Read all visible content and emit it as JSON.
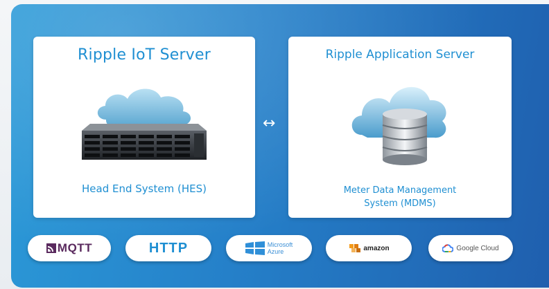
{
  "left_card": {
    "title": "Ripple IoT Server",
    "subtitle": "Head End System (HES)",
    "icon": "cloud-server-icon"
  },
  "right_card": {
    "title": "Ripple Application Server",
    "subtitle_line1": "Meter Data Management",
    "subtitle_line2": "System (MDMS)",
    "icon": "cloud-database-icon"
  },
  "connector": {
    "symbol": "↔"
  },
  "protocols": [
    {
      "label": "MQTT",
      "icon": "mqtt-logo"
    },
    {
      "label": "HTTP"
    },
    {
      "label_line1": "Microsoft",
      "label_line2": "Azure",
      "icon": "azure-logo"
    },
    {
      "label": "amazon",
      "icon": "aws-logo"
    },
    {
      "label": "Google Cloud",
      "icon": "google-cloud-logo"
    }
  ],
  "colors": {
    "panel_start": "#2b9ad8",
    "panel_end": "#1f5fae",
    "accent_text": "#1f8fd2",
    "card_bg": "#ffffff"
  }
}
